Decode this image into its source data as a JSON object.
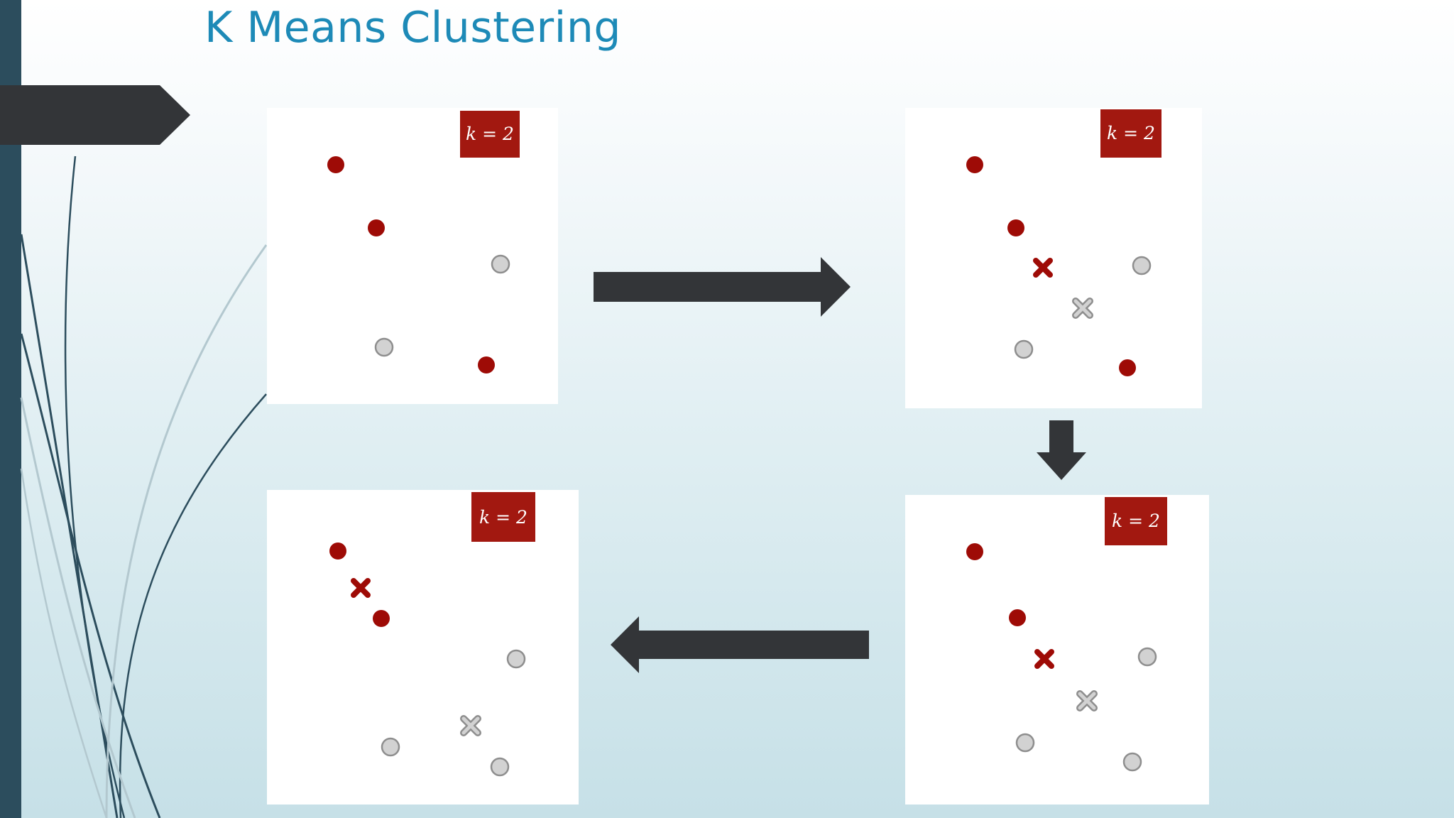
{
  "slide": {
    "title": "K Means Clustering"
  },
  "colors": {
    "title": "#1d8ab7",
    "accent_bar": "#2c4d5d",
    "arrow": "#333538",
    "red_point": "#9e0b06",
    "gray_point": "#d2d2d2",
    "badge": "#a21810"
  },
  "panels": [
    {
      "id": "step-1",
      "badge": "k = 2",
      "points": [
        {
          "color": "red"
        },
        {
          "color": "red"
        },
        {
          "color": "gray"
        },
        {
          "color": "gray"
        },
        {
          "color": "red"
        }
      ],
      "centroids": []
    },
    {
      "id": "step-2",
      "badge": "k = 2",
      "points": [
        {
          "color": "red"
        },
        {
          "color": "red"
        },
        {
          "color": "gray"
        },
        {
          "color": "gray"
        },
        {
          "color": "red"
        }
      ],
      "centroids": [
        {
          "color": "red"
        },
        {
          "color": "gray"
        }
      ]
    },
    {
      "id": "step-3",
      "badge": "k = 2",
      "points": [
        {
          "color": "red"
        },
        {
          "color": "red"
        },
        {
          "color": "gray"
        },
        {
          "color": "gray"
        },
        {
          "color": "gray"
        }
      ],
      "centroids": [
        {
          "color": "red"
        },
        {
          "color": "gray"
        }
      ]
    },
    {
      "id": "step-4",
      "badge": "k = 2",
      "points": [
        {
          "color": "red"
        },
        {
          "color": "red"
        },
        {
          "color": "gray"
        },
        {
          "color": "gray"
        },
        {
          "color": "gray"
        }
      ],
      "centroids": [
        {
          "color": "red"
        },
        {
          "color": "gray"
        }
      ]
    }
  ],
  "flow": [
    "step-1",
    "step-2",
    "step-3",
    "step-4"
  ],
  "icons": [
    "right-arrow-icon",
    "down-arrow-icon",
    "left-arrow-icon",
    "chevron-arrow-icon"
  ]
}
